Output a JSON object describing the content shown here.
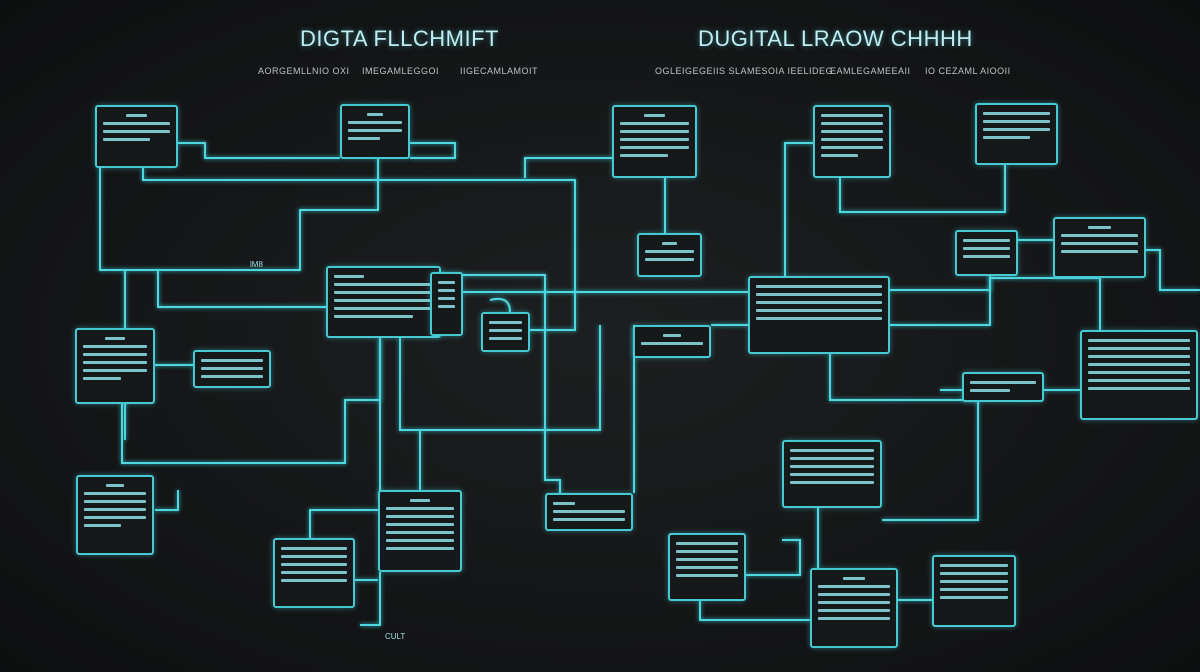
{
  "header": {
    "left_title": "DIGTA FLLCHMIFT",
    "right_title": "DUGITAL LRAOW CHHHH",
    "left_subtitles": [
      "AORGEMLLNIO OXI",
      "IMEGAMLEGGOI",
      "IIGECAMLAMOIT"
    ],
    "right_subtitles": [
      "OGLEIGEGEIIS SLAMESOIA IEELIDEG",
      "EAMLEGAMEEAII",
      "IO CEZAML AIOOII"
    ]
  },
  "labels": {
    "small_left": "lM8",
    "bottom_tag": "CULT"
  },
  "colors": {
    "accent": "#46c9d3",
    "background": "#141516"
  }
}
